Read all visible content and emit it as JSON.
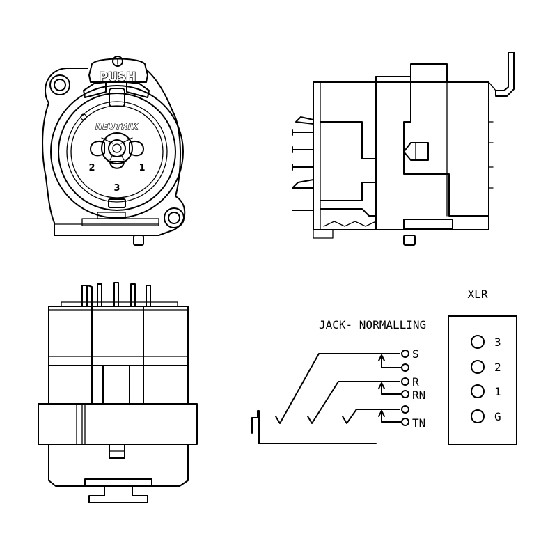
{
  "front_view": {
    "push_label": "PUSH",
    "brand_label": "NEUTRIK",
    "pin_labels": [
      "2",
      "1",
      "3"
    ]
  },
  "schematic": {
    "title": "JACK- NORMALLING",
    "contacts": [
      "S",
      "R",
      "RN",
      "TN"
    ]
  },
  "xlr": {
    "title": "XLR",
    "pads": [
      "3",
      "2",
      "1",
      "G"
    ]
  }
}
